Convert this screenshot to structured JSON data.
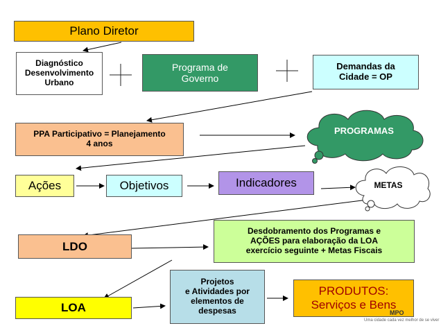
{
  "nodes": {
    "plano_diretor": "Plano Diretor",
    "diagnostico": [
      "Diagnóstico",
      "Desenvolvimento",
      "Urbano"
    ],
    "programa_governo": [
      "Programa de",
      "Governo"
    ],
    "demandas": [
      "Demandas da",
      "Cidade = OP"
    ],
    "ppa": [
      "PPA Participativo  = Planejamento",
      "4 anos"
    ],
    "programas": "PROGRAMAS",
    "acoes": "Ações",
    "objetivos": "Objetivos",
    "indicadores": "Indicadores",
    "metas": "METAS",
    "ldo": "LDO",
    "desdobramento": [
      "Desdobramento dos Programas e",
      "AÇÕES para elaboração da LOA",
      "exercício seguinte + Metas Fiscais"
    ],
    "loa": "LOA",
    "projetos": [
      "Projetos",
      "e Atividades por",
      "elementos de",
      "despesas"
    ],
    "produtos": [
      "PRODUTOS:",
      "Serviços e Bens"
    ]
  },
  "footer": {
    "logo_fragment": "MPO",
    "tagline": "Uma cidade cada vez melhor de se viver"
  },
  "colors": {
    "orange": "#fec000",
    "teal": "#339966",
    "light_cyan": "#ccffff",
    "salmon": "#fac090",
    "light_yellow": "#ffff99",
    "purple": "#b294e8",
    "light_green": "#ccff99",
    "bright_yellow": "#ffff00",
    "blue_gray": "#b7dee8",
    "gold": "#ffc000"
  }
}
